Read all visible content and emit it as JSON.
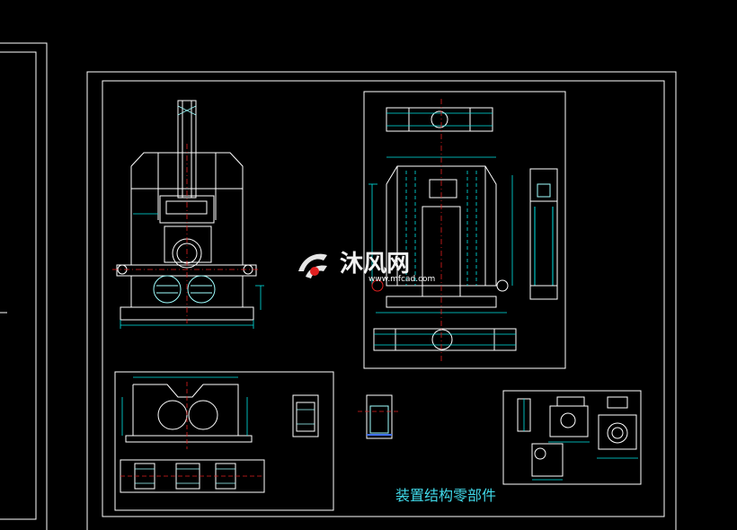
{
  "drawing": {
    "title": "装置结构零部件",
    "colors": {
      "background": "#000000",
      "frame": "#ffffff",
      "outline": "#ffffff",
      "dimension": "#00e5e5",
      "hatch": "#9fffff",
      "centerline": "#e02020",
      "accent_blue": "#4070ff",
      "title": "#40d8e8"
    }
  },
  "watermark": {
    "brand_cn": "沐风网",
    "url": "www.mfcad.com",
    "logo_icon": "mfcad-logo-icon",
    "color": "#ffffff"
  }
}
